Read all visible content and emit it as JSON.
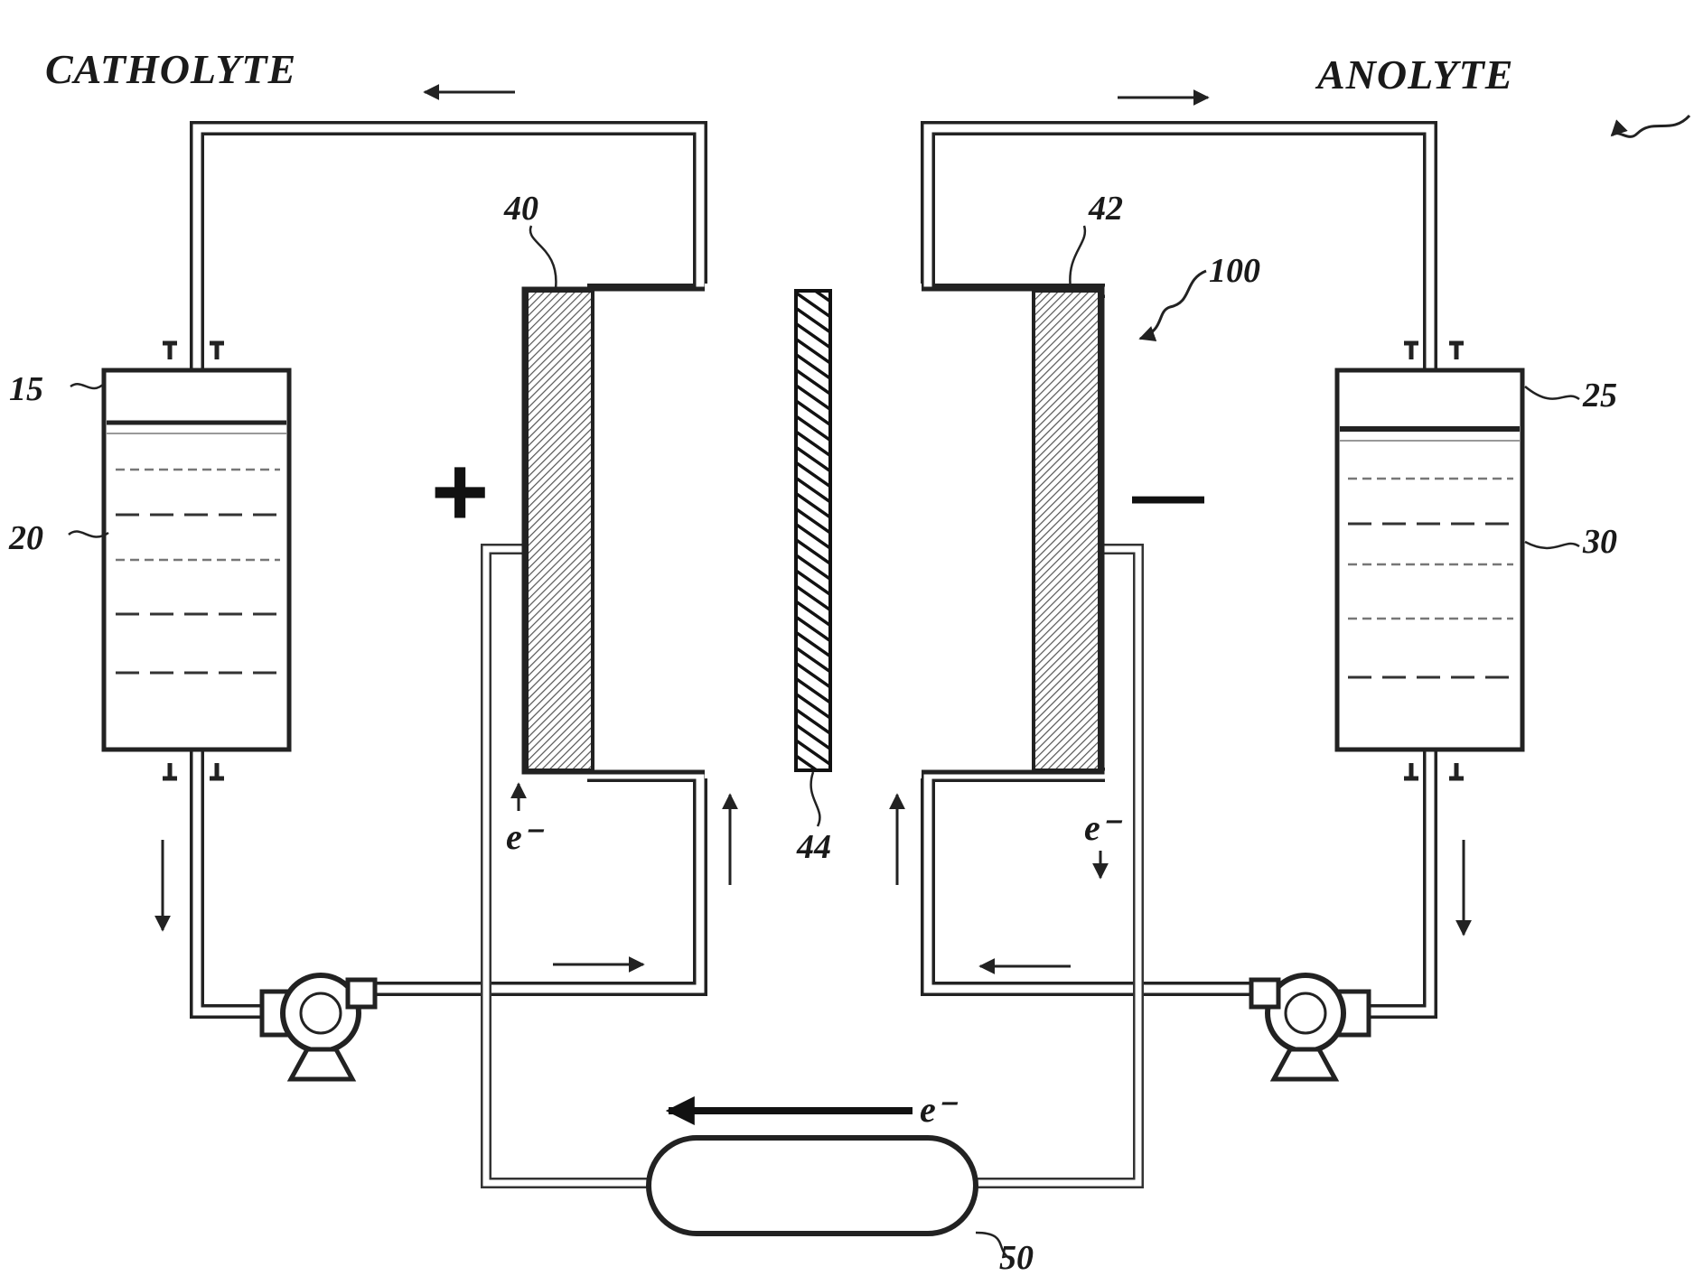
{
  "labels": {
    "catholyte": "CATHOLYTE",
    "anolyte": "ANOLYTE",
    "plus": "+",
    "minus": "—",
    "electron_left": "e⁻",
    "electron_right": "e⁻",
    "electron_bottom": "e⁻"
  },
  "references": {
    "tank_left": "15",
    "electrolyte_left": "20",
    "tank_right": "25",
    "electrolyte_right": "30",
    "electrode_positive": "40",
    "electrode_negative": "42",
    "membrane": "44",
    "load": "50",
    "cell": "100"
  }
}
